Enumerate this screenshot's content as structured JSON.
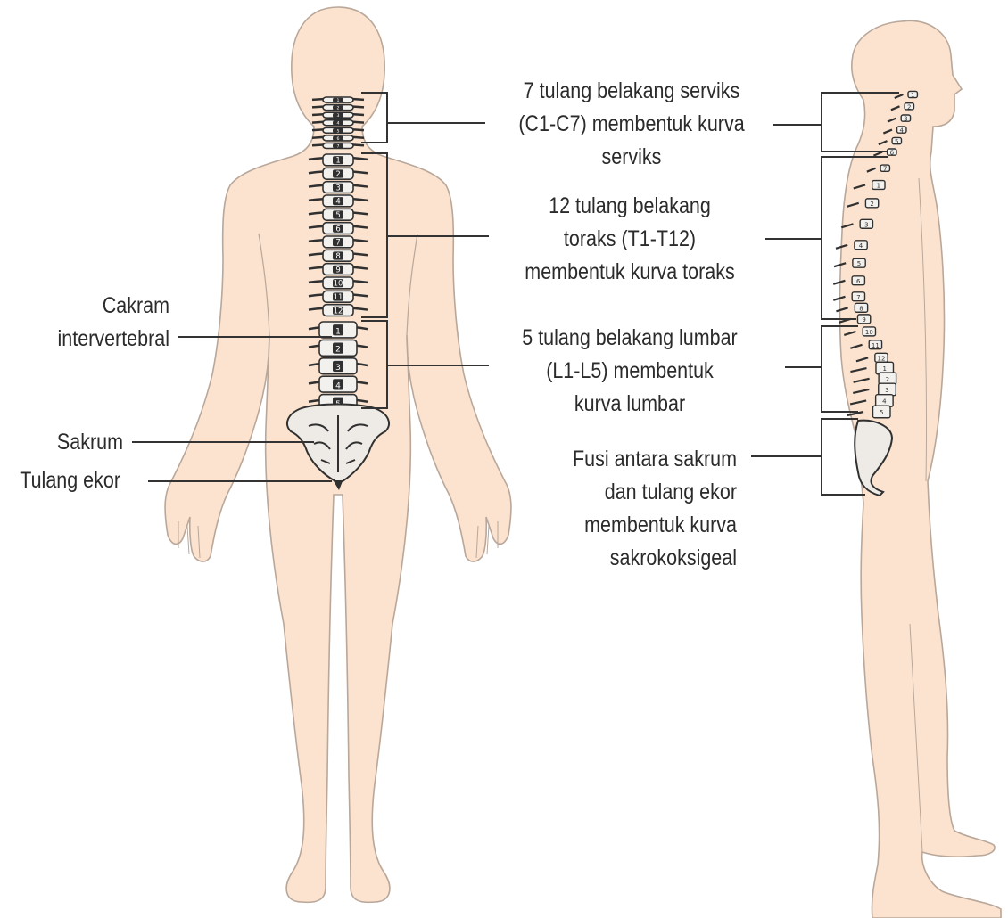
{
  "colors": {
    "skin": "#fbe3cf",
    "outline": "#b9a79a",
    "bone": "#f3f1ee",
    "bone_shade": "#303030",
    "leader": "#333333",
    "text": "#2b2b2b"
  },
  "labels": {
    "cervical": [
      "7 tulang belakang serviks",
      "(C1-C7) membentuk kurva",
      "serviks"
    ],
    "thoracic": [
      "12 tulang belakang",
      "toraks (T1-T12)",
      "membentuk kurva toraks"
    ],
    "lumbar": [
      "5 tulang belakang lumbar",
      "(L1-L5) membentuk",
      "kurva lumbar"
    ],
    "sacral": [
      "Fusi antara sakrum",
      "dan tulang ekor",
      "membentuk kurva",
      "sakrokoksigeal"
    ],
    "disc": [
      "Cakram",
      "intervertebral"
    ],
    "sacrum": "Sakrum",
    "coccyx": "Tulang ekor"
  },
  "vertebra_numbers": {
    "cervical": [
      "1",
      "2",
      "3",
      "4",
      "5",
      "6",
      "7"
    ],
    "thoracic": [
      "1",
      "2",
      "3",
      "4",
      "5",
      "6",
      "7",
      "8",
      "9",
      "10",
      "11",
      "12"
    ],
    "lumbar": [
      "1",
      "2",
      "3",
      "4",
      "5"
    ]
  }
}
